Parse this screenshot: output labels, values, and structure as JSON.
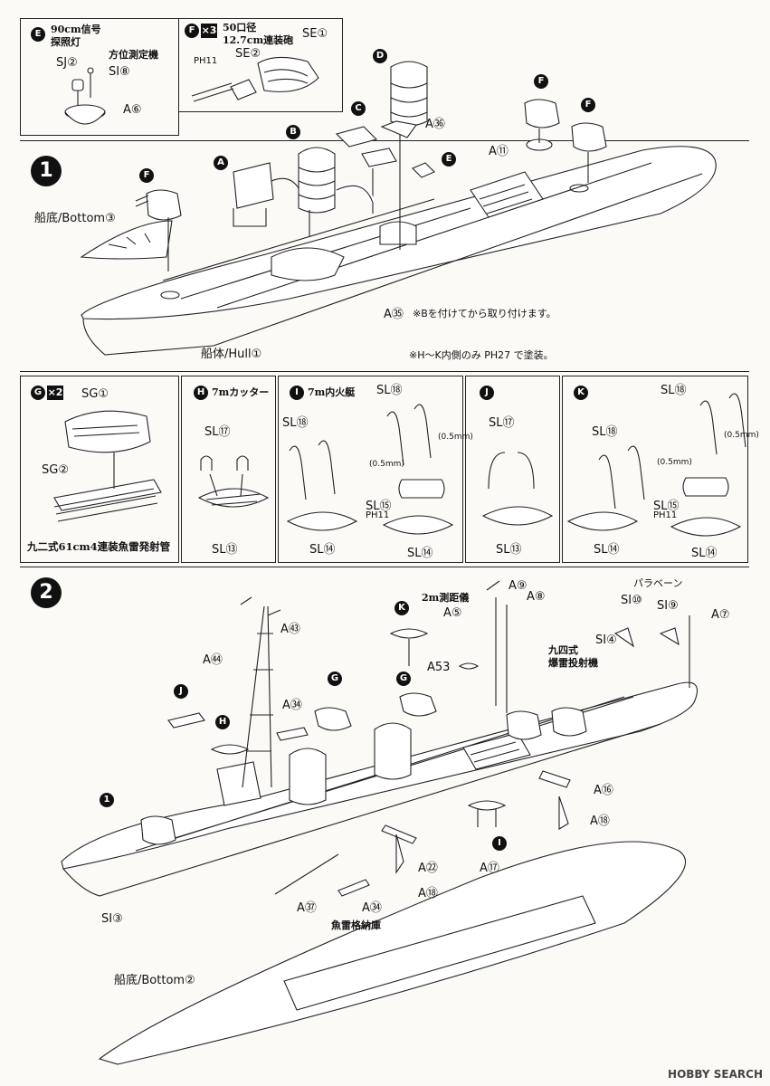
{
  "panel_e": {
    "badge": "E",
    "title_line1": "90cm信号",
    "title_line2": "探照灯",
    "sub1": "方位測定機",
    "sj": "SJ②",
    "si": "SI⑧",
    "a": "A⑥"
  },
  "panel_f": {
    "badge": "F",
    "count": "×3",
    "title_line1": "50口径",
    "title_line2": "12.7cm連装砲",
    "se1": "SE①",
    "se2": "SE②",
    "paint": "PH11"
  },
  "step1": {
    "num": "1",
    "bottom": "船底/Bottom③",
    "hull": "船体/Hull①",
    "a35": "A㉟",
    "a35_note": "※Bを付けてから取り付けます。",
    "a36": "A㊱",
    "a11": "A⑪",
    "paint_note": "※H〜K内側のみ PH27 で塗装。",
    "parts": {
      "a": "A",
      "b": "B",
      "c": "C",
      "d": "D",
      "e": "E",
      "f1": "F",
      "f2": "F",
      "f3": "F"
    }
  },
  "panel_g": {
    "badge": "G",
    "count": "×2",
    "sg1": "SG①",
    "sg2": "SG②",
    "caption": "九二式61cm4連装魚雷発射管"
  },
  "panel_h": {
    "badge": "H",
    "title": "7mカッター",
    "sl17": "SL⑰",
    "sl13": "SL⑬"
  },
  "panel_i": {
    "badge": "I",
    "title": "7m内火艇",
    "sl18a": "SL⑱",
    "sl18b": "SL⑱",
    "sl15": "SL⑮",
    "sl14a": "SL⑭",
    "sl14b": "SL⑭",
    "paint": "PH11",
    "dim1": "(0.5mm)",
    "dim2": "(0.5mm)"
  },
  "panel_j": {
    "badge": "J",
    "sl17": "SL⑰",
    "sl13": "SL⑬"
  },
  "panel_k": {
    "badge": "K",
    "sl18a": "SL⑱",
    "sl18b": "SL⑱",
    "sl15": "SL⑮",
    "sl14a": "SL⑭",
    "sl14b": "SL⑭",
    "paint": "PH11",
    "dim1": "(0.5mm)",
    "dim2": "(0.5mm)"
  },
  "step2": {
    "num": "2",
    "a43": "A㊸",
    "a44": "A㊹",
    "a34a": "A㉞",
    "a34b": "A㉞",
    "a37": "A㊲",
    "a5": "A⑤",
    "a53": "A53",
    "a9": "A⑨",
    "a8": "A⑧",
    "a7": "A⑦",
    "a16": "A⑯",
    "a18a": "A⑱",
    "a18b": "A⑱",
    "a22": "A㉒",
    "a17": "A⑰",
    "si3": "SI③",
    "si4": "SI④",
    "si10": "SI⑩",
    "si9": "SI⑨",
    "rangefinder": "2m測距儀",
    "paravane": "パラベーン",
    "dc_line1": "九四式",
    "dc_line2": "爆雷投射機",
    "torpedo_store": "魚雷格納庫",
    "bottom": "船底/Bottom②",
    "parts": {
      "k": "K",
      "g1": "G",
      "g2": "G",
      "j": "J",
      "h": "H",
      "one": "1",
      "i": "I"
    }
  },
  "watermark": "HOBBY SEARCH"
}
